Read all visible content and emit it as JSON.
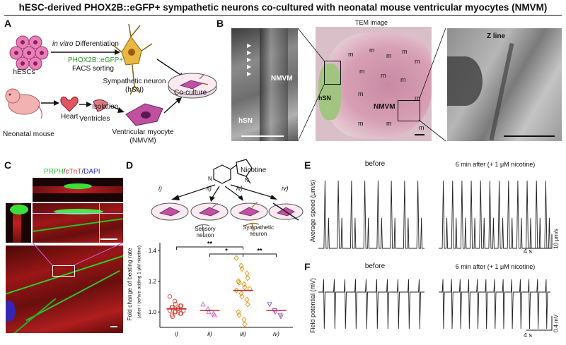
{
  "figure": {
    "title": "hESC-derived PHOX2B::eGFP+ sympathetic neurons co-cultured with neonatal mouse ventricular myocytes (NMVM)"
  },
  "panel_a": {
    "letter": "A",
    "hescs": "hESCs",
    "in_vitro": "in vitro",
    "differentiation": "Differentiation",
    "phox": "PHOX2B::eGFP+",
    "facs": "FACS sorting",
    "neuron_line1": "Sympathetic neuron",
    "neuron_line2": "(hSN)",
    "neonatal": "Neonatal mouse",
    "heart": "Heart",
    "isolation": "Isolation",
    "ventricles": "Ventricles",
    "myocyte_line1": "Ventricular myocyte",
    "myocyte_line2": "(NMVM)",
    "coculture": "Co-culture"
  },
  "panel_b": {
    "letter": "B",
    "tem": "TEM image",
    "hsn": "hSN",
    "nmvm": "NMVM",
    "m": "m",
    "zline": "Z line"
  },
  "panel_c": {
    "letter": "C",
    "stain_prph": "PRPH",
    "stain_sep1": "/",
    "stain_ctnt": "cTnT",
    "stain_sep2": "/",
    "stain_dapi": "DAPI"
  },
  "panel_d": {
    "letter": "D",
    "nicotine": "Nicotine",
    "groups": [
      "i)",
      "ii)",
      "iii)",
      "iv)"
    ],
    "sensory_line1": "Sensory",
    "sensory_line2": "neuron",
    "symp_line1": "Sympathetic",
    "symp_line2": "neuron",
    "sig_double_1": "**",
    "sig_single": "*",
    "sig_double_2": "**"
  },
  "panel_e": {
    "letter": "E",
    "before": "before",
    "after": "6 min after (+ 1 μM nicotine)",
    "ylabel": "Average speed (μm/s)",
    "scale_x": "4 s",
    "scale_y": "10 μm/s"
  },
  "panel_f": {
    "letter": "F",
    "before": "before",
    "after": "6 min after (+ 1 μM nicotine)",
    "ylabel": "Field potential (mV)",
    "scale_x": "4 s",
    "scale_y": "0.4 mV"
  },
  "colors": {
    "stain_prph": "#2fbf2f",
    "stain_ctnt": "#e02020",
    "stain_dapi": "#2a2ad0",
    "hesc_pink": "#e87fb6",
    "neuron_yellow": "#e8b840",
    "tem_pink": "#d98fa8",
    "tem_green": "#9bc57a",
    "group_colors": [
      "#d04030",
      "#c060d0",
      "#e09010",
      "#a050c0"
    ]
  },
  "chart_data": {
    "type": "scatter",
    "title": "",
    "ylabel": "Fold change of beating rate",
    "ylabel_sub_pre": "(",
    "ylabel_sub_after": "after",
    "ylabel_sub_mid": " / ",
    "ylabel_sub_before": "before",
    "ylabel_sub_post": " adding 1 μM nicotine)",
    "ylim": [
      0.9,
      1.45
    ],
    "yticks": [
      "1.0",
      "1.2",
      "1.4"
    ],
    "categories": [
      "i)",
      "ii)",
      "iii)",
      "iv)"
    ],
    "series": [
      {
        "values": [
          1.1,
          1.07,
          1.05,
          1.04,
          1.04,
          1.03,
          1.03,
          1.02,
          1.02,
          1.01,
          1.01,
          1.0,
          1.0,
          0.99,
          0.99,
          0.98,
          0.97
        ],
        "mean": 1.02
      },
      {
        "values": [
          1.05,
          1.02,
          1.0,
          0.99,
          0.98
        ],
        "mean": 1.01
      },
      {
        "values": [
          1.35,
          1.3,
          1.28,
          1.25,
          1.22,
          1.2,
          1.19,
          1.18,
          1.16,
          1.15,
          1.14,
          1.12,
          1.1,
          1.08,
          1.05,
          1.0,
          0.98,
          0.95,
          0.92
        ],
        "mean": 1.14
      },
      {
        "values": [
          1.05,
          1.01,
          1.0,
          0.98,
          0.97
        ],
        "mean": 1.01
      }
    ]
  }
}
